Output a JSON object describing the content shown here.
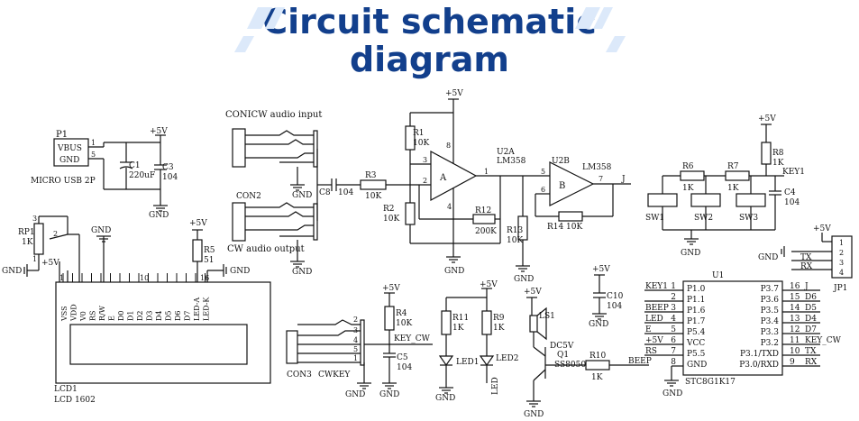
{
  "title": {
    "line1": "Circuit schematic",
    "line2": "diagram"
  },
  "power": {
    "p5v": "+5V",
    "gnd": "GND"
  },
  "usb": {
    "ref": "P1",
    "pin_vbus": "VBUS",
    "pin_gnd": "GND",
    "pin1": "1",
    "pin5": "5",
    "name": "MICRO USB 2P"
  },
  "c1": {
    "ref": "C1",
    "val": "220uF"
  },
  "c3": {
    "ref": "C3",
    "val": "104"
  },
  "input_label": "CONICW audio input",
  "output_label": "CW audio output",
  "con2": {
    "ref": "CON2"
  },
  "c8": {
    "ref": "C8",
    "val": "104"
  },
  "r3": {
    "ref": "R3",
    "val": "10K"
  },
  "r1": {
    "ref": "R1",
    "val": "10K"
  },
  "r2": {
    "ref": "R2",
    "val": "10K"
  },
  "r12": {
    "ref": "R12",
    "val": "200K"
  },
  "u2a": {
    "ref": "U2A",
    "part": "LM358",
    "unit": "A",
    "pin8": "8",
    "pin4": "4",
    "pin3": "3",
    "pin2": "2",
    "pin1": "1"
  },
  "u2b": {
    "ref": "U2B",
    "part": "LM358",
    "unit": "B",
    "pin5": "5",
    "pin6": "6",
    "pin7": "7"
  },
  "r13": {
    "ref": "R13",
    "val": "10K"
  },
  "r14": {
    "ref": "R14",
    "val": "10K"
  },
  "net_j": "J",
  "r6": {
    "ref": "R6",
    "val": "1K"
  },
  "r7": {
    "ref": "R7",
    "val": "1K"
  },
  "r8": {
    "ref": "R8",
    "val": "1K"
  },
  "c4": {
    "ref": "C4",
    "val": "104"
  },
  "key1": "KEY1",
  "sw": [
    "SW1",
    "SW2",
    "SW3"
  ],
  "jp1": {
    "ref": "JP1",
    "pins": [
      "1",
      "2",
      "3",
      "4"
    ],
    "tx": "TX",
    "rx": "RX"
  },
  "rp1": {
    "ref": "RP1",
    "val": "1K",
    "p1": "1",
    "p2": "2",
    "p3": "3"
  },
  "r5": {
    "ref": "R5",
    "val": "51"
  },
  "lcd": {
    "ref": "LCD1",
    "name": "LCD 1602",
    "pins": [
      "VSS",
      "VDD",
      "V0",
      "RS",
      "R/W",
      "E",
      "D0",
      "D1",
      "D2",
      "D3",
      "D4",
      "D5",
      "D6",
      "D7",
      "LED-A",
      "LED-K"
    ],
    "n1": "1",
    "n16": "16",
    "n10": "10"
  },
  "r4": {
    "ref": "R4",
    "val": "10K"
  },
  "c5": {
    "ref": "C5",
    "val": "104"
  },
  "key_cw": "KEY_CW",
  "con3": {
    "ref": "CON3",
    "label": "CWKEY",
    "pins": [
      "2",
      "3",
      "4",
      "5",
      "1"
    ]
  },
  "r11": {
    "ref": "R11",
    "val": "1K"
  },
  "r9": {
    "ref": "R9",
    "val": "1K"
  },
  "led1": "LED1",
  "led2": "LED2",
  "led_net": "LED",
  "c10": {
    "ref": "C10",
    "val": "104"
  },
  "ls1": {
    "ref": "LS1",
    "val": "DC5V"
  },
  "q1": {
    "ref": "Q1",
    "val": "SS8050"
  },
  "r10": {
    "ref": "R10",
    "val": "1K"
  },
  "beep": "BEEP",
  "u1": {
    "ref": "U1",
    "part": "STC8G1K17",
    "left": [
      [
        "KEY1",
        "1",
        "P1.0"
      ],
      [
        "",
        "2",
        "P1.1"
      ],
      [
        "BEEP",
        "3",
        "P1.6"
      ],
      [
        "LED",
        "4",
        "P1.7"
      ],
      [
        "E",
        "5",
        "P5.4"
      ],
      [
        "+5V",
        "6",
        "VCC"
      ],
      [
        "RS",
        "7",
        "P5.5"
      ],
      [
        "",
        "8",
        "GND"
      ]
    ],
    "right": [
      [
        "P3.7",
        "16",
        "J"
      ],
      [
        "P3.6",
        "15",
        "D6"
      ],
      [
        "P3.5",
        "14",
        "D5"
      ],
      [
        "P3.4",
        "13",
        "D4"
      ],
      [
        "P3.3",
        "12",
        "D7"
      ],
      [
        "P3.2",
        "11",
        "KEY_CW"
      ],
      [
        "P3.1/TXD",
        "10",
        "TX"
      ],
      [
        "P3.0/RXD",
        "9",
        "RX"
      ]
    ]
  }
}
